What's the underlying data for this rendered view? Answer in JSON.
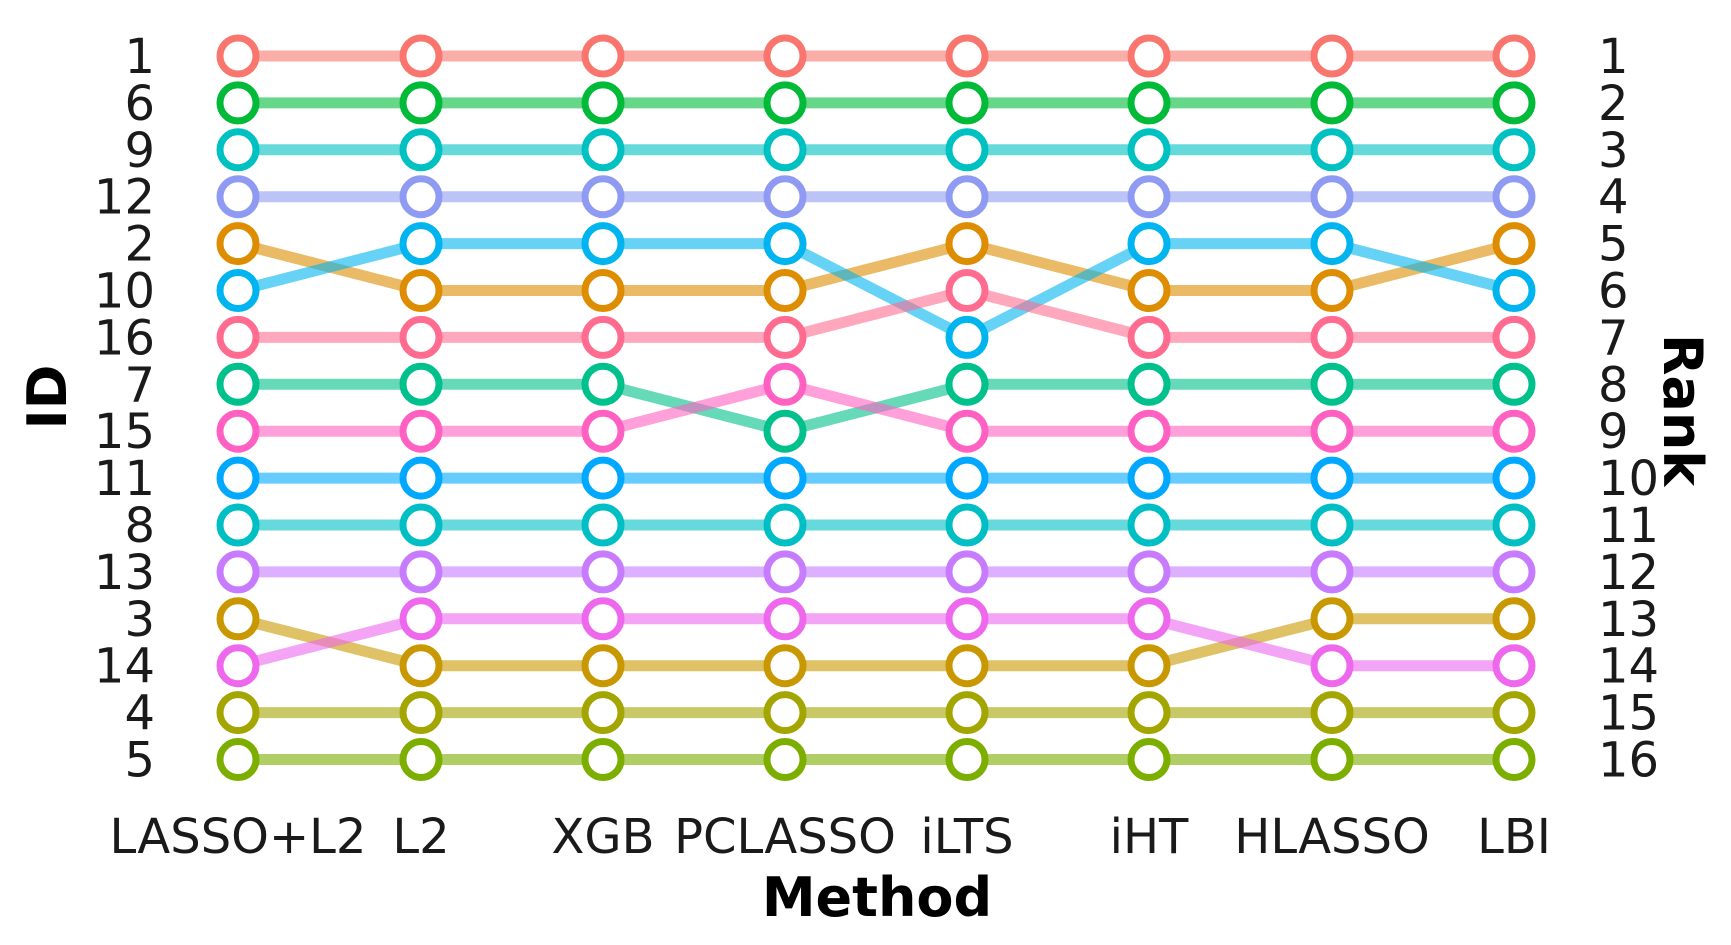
{
  "chart_data": {
    "type": "bump",
    "title": "",
    "xlabel": "Method",
    "ylabel_left": "ID",
    "ylabel_right": "Rank",
    "methods": [
      "LASSO+L2",
      "L2",
      "XGB",
      "PCLASSO",
      "iLTS",
      "iHT",
      "HLASSO",
      "LBI"
    ],
    "left_axis_ids": [
      "1",
      "6",
      "9",
      "12",
      "2",
      "10",
      "16",
      "7",
      "15",
      "11",
      "8",
      "13",
      "3",
      "14",
      "4",
      "5"
    ],
    "right_axis_ranks": [
      "1",
      "2",
      "3",
      "4",
      "5",
      "6",
      "7",
      "8",
      "9",
      "10",
      "11",
      "12",
      "13",
      "14",
      "15",
      "16"
    ],
    "series": [
      {
        "name": "1",
        "color": "#F8766D",
        "ranks": [
          1,
          1,
          1,
          1,
          1,
          1,
          1,
          1
        ]
      },
      {
        "name": "2",
        "color": "#DE8C00",
        "ranks": [
          5,
          6,
          6,
          6,
          5,
          6,
          6,
          5
        ]
      },
      {
        "name": "3",
        "color": "#C99800",
        "ranks": [
          13,
          14,
          14,
          14,
          14,
          14,
          13,
          13
        ]
      },
      {
        "name": "4",
        "color": "#A3A500",
        "ranks": [
          15,
          15,
          15,
          15,
          15,
          15,
          15,
          15
        ]
      },
      {
        "name": "5",
        "color": "#7CAE00",
        "ranks": [
          16,
          16,
          16,
          16,
          16,
          16,
          16,
          16
        ]
      },
      {
        "name": "6",
        "color": "#00BA38",
        "ranks": [
          2,
          2,
          2,
          2,
          2,
          2,
          2,
          2
        ]
      },
      {
        "name": "7",
        "color": "#00C08B",
        "ranks": [
          8,
          8,
          8,
          9,
          8,
          8,
          8,
          8
        ]
      },
      {
        "name": "8",
        "color": "#00BFC4",
        "ranks": [
          11,
          11,
          11,
          11,
          11,
          11,
          11,
          11
        ]
      },
      {
        "name": "9",
        "color": "#00C1C1",
        "ranks": [
          3,
          3,
          3,
          3,
          3,
          3,
          3,
          3
        ]
      },
      {
        "name": "10",
        "color": "#00B4F0",
        "ranks": [
          6,
          5,
          5,
          5,
          7,
          5,
          5,
          6
        ]
      },
      {
        "name": "11",
        "color": "#00A9FF",
        "ranks": [
          10,
          10,
          10,
          10,
          10,
          10,
          10,
          10
        ]
      },
      {
        "name": "12",
        "color": "#8F9BF2",
        "ranks": [
          4,
          4,
          4,
          4,
          4,
          4,
          4,
          4
        ]
      },
      {
        "name": "13",
        "color": "#C77CFF",
        "ranks": [
          12,
          12,
          12,
          12,
          12,
          12,
          12,
          12
        ]
      },
      {
        "name": "14",
        "color": "#ED68ED",
        "ranks": [
          14,
          13,
          13,
          13,
          13,
          13,
          14,
          14
        ]
      },
      {
        "name": "15",
        "color": "#FF61C3",
        "ranks": [
          9,
          9,
          9,
          8,
          9,
          9,
          9,
          9
        ]
      },
      {
        "name": "16",
        "color": "#FF6C90",
        "ranks": [
          7,
          7,
          7,
          7,
          6,
          7,
          7,
          7
        ]
      }
    ]
  }
}
